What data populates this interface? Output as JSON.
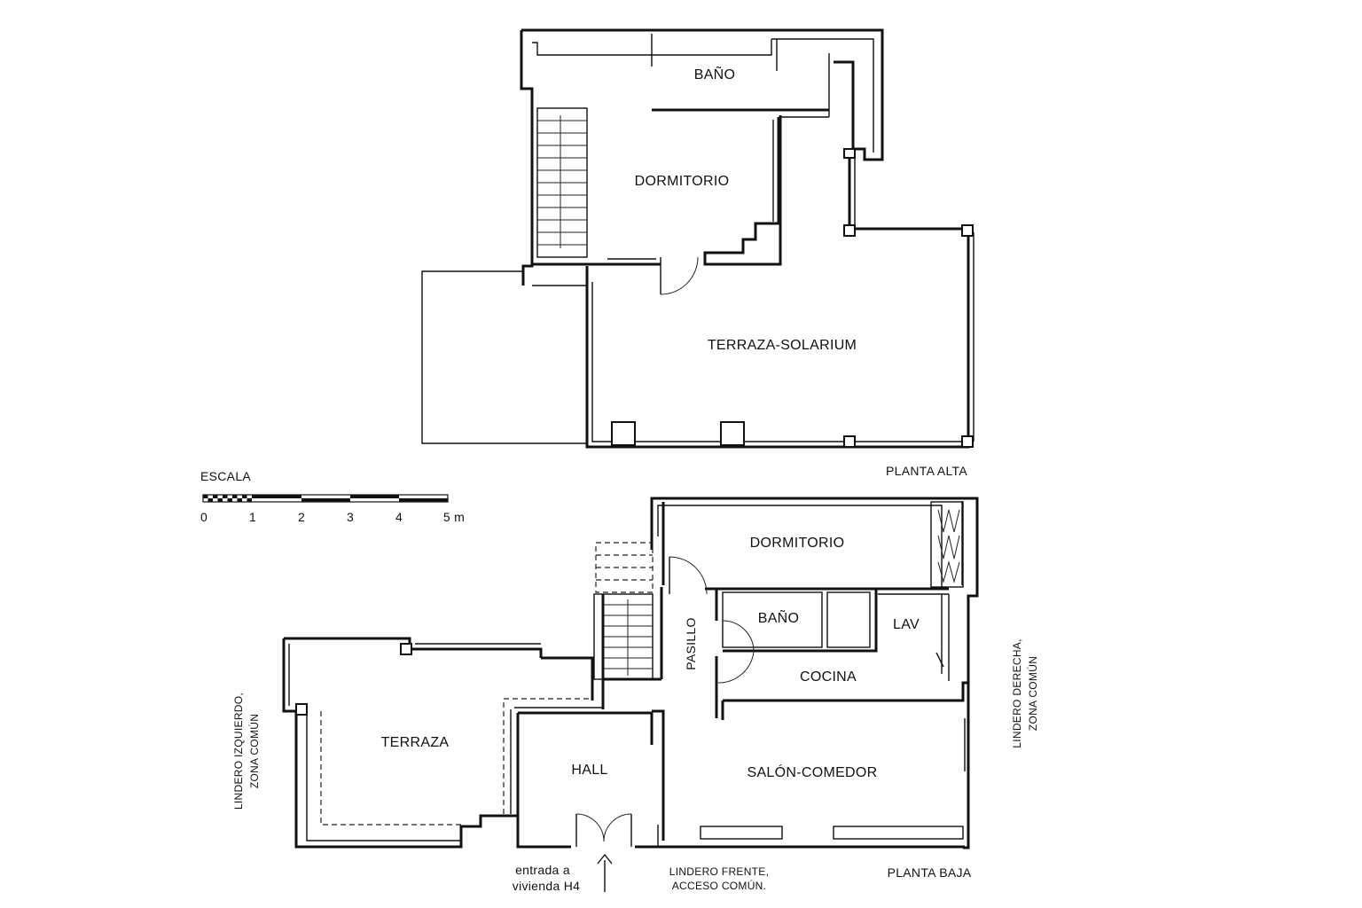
{
  "upper_floor": {
    "title": "PLANTA ALTA",
    "rooms": {
      "bano": "BAÑO",
      "dormitorio": "DORMITORIO",
      "terraza": "TERRAZA-SOLARIUM"
    }
  },
  "ground_floor": {
    "title": "PLANTA BAJA",
    "rooms": {
      "dormitorio": "DORMITORIO",
      "bano": "BAÑO",
      "lav": "LAV",
      "pasillo": "PASILLO",
      "cocina": "COCINA",
      "terraza": "TERRAZA",
      "hall": "HALL",
      "salon": "SALÓN-COMEDOR"
    },
    "entrance": {
      "line1": "entrada a",
      "line2": "vivienda H4"
    },
    "boundaries": {
      "front_line1": "LINDERO FRENTE,",
      "front_line2": "ACCESO COMÚN.",
      "left_line1": "LINDERO IZQUIERDO,",
      "left_line2": "ZONA COMÚN",
      "right_line1": "LINDERO DERECHA,",
      "right_line2": "ZONA COMÚN"
    }
  },
  "scale": {
    "title": "ESCALA",
    "ticks": [
      "0",
      "1",
      "2",
      "3",
      "4",
      "5 m"
    ]
  }
}
